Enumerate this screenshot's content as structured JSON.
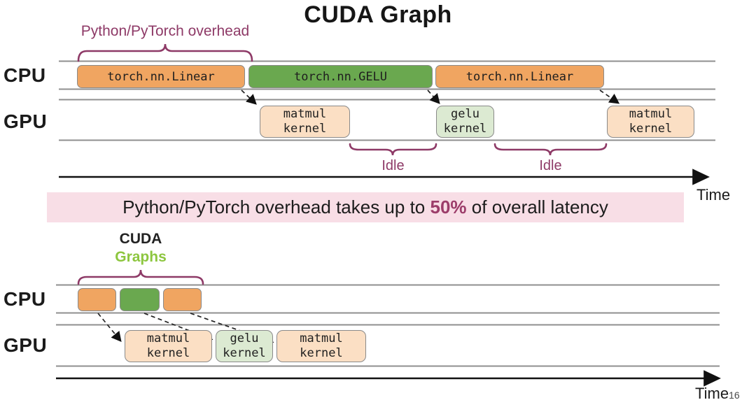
{
  "title": "CUDA Graph",
  "colors": {
    "cpu_op_orange": "#f0a561",
    "cpu_op_green": "#6aa84f",
    "gpu_kernel_peach": "#fbdfc4",
    "gpu_kernel_green": "#dcead2",
    "annotation_magenta": "#8e3a67",
    "banner_pink": "#f8dee6",
    "banner_highlight": "#9c3d6a",
    "cuda_graphs_green": "#8dc63f"
  },
  "timeline_eager": {
    "overhead_label": "Python/PyTorch overhead",
    "cpu_label": "CPU",
    "gpu_label": "GPU",
    "cpu_ops": [
      {
        "label": "torch.nn.Linear",
        "color": "orange"
      },
      {
        "label": "torch.nn.GELU",
        "color": "green"
      },
      {
        "label": "torch.nn.Linear",
        "color": "orange"
      }
    ],
    "gpu_kernels": [
      {
        "label": "matmul kernel",
        "color": "peach"
      },
      {
        "label": "gelu kernel",
        "color": "green"
      },
      {
        "label": "matmul kernel",
        "color": "peach"
      }
    ],
    "idle_labels": [
      "Idle",
      "Idle"
    ],
    "time_label": "Time"
  },
  "banner": {
    "text_before": "Python/PyTorch overhead takes up to",
    "highlight": "50%",
    "text_after": "of overall latency"
  },
  "timeline_cuda_graph": {
    "annotation_top": "CUDA",
    "annotation_bottom": "Graphs",
    "cpu_label": "CPU",
    "gpu_label": "GPU",
    "cpu_ops": [
      {
        "color": "orange"
      },
      {
        "color": "green"
      },
      {
        "color": "orange"
      }
    ],
    "gpu_kernels": [
      {
        "label": "matmul kernel",
        "color": "peach"
      },
      {
        "label": "gelu kernel",
        "color": "green"
      },
      {
        "label": "matmul kernel",
        "color": "peach"
      }
    ],
    "time_label": "Time",
    "page_number": "16"
  }
}
